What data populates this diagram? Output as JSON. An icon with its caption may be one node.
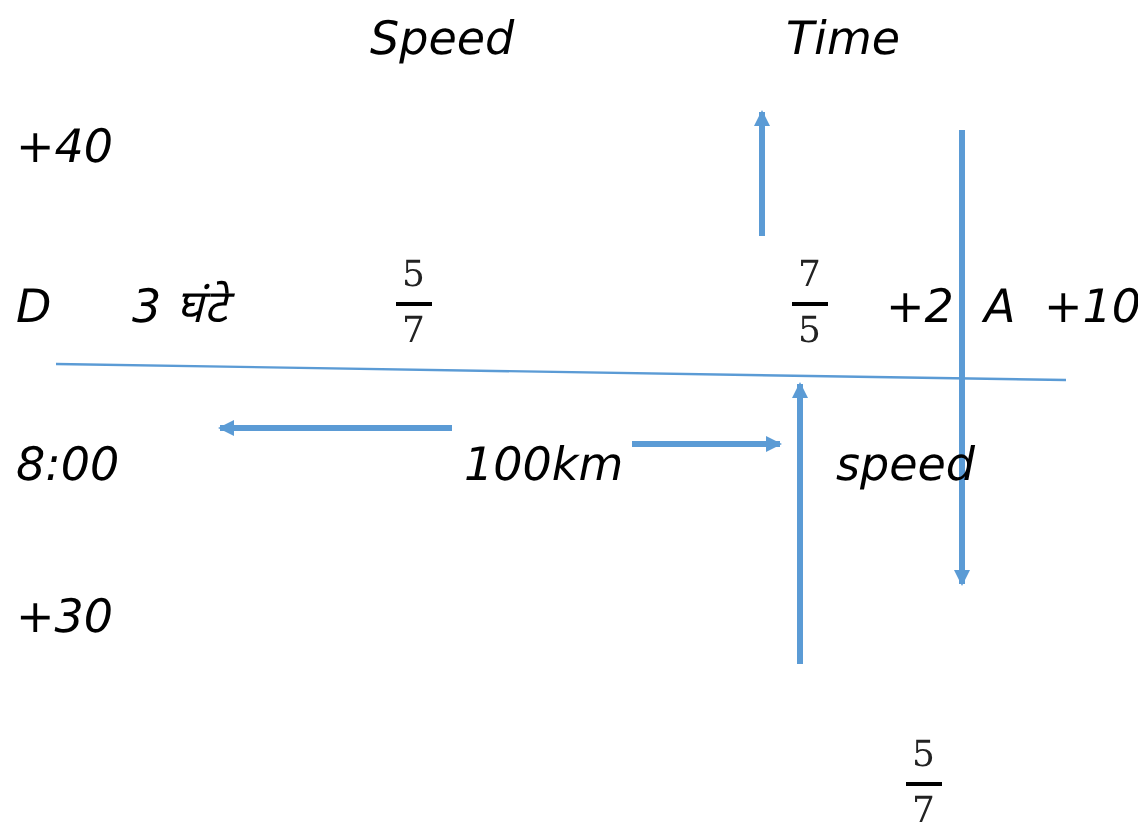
{
  "diagram": {
    "labels": [
      "Speed",
      "Time",
      "+40",
      "D",
      "3 घंटे",
      "5",
      "7",
      "7",
      "5",
      "+2",
      "A",
      "+10",
      "8:00",
      "100km",
      "speed",
      "+30",
      "5",
      "7"
    ]
  }
}
